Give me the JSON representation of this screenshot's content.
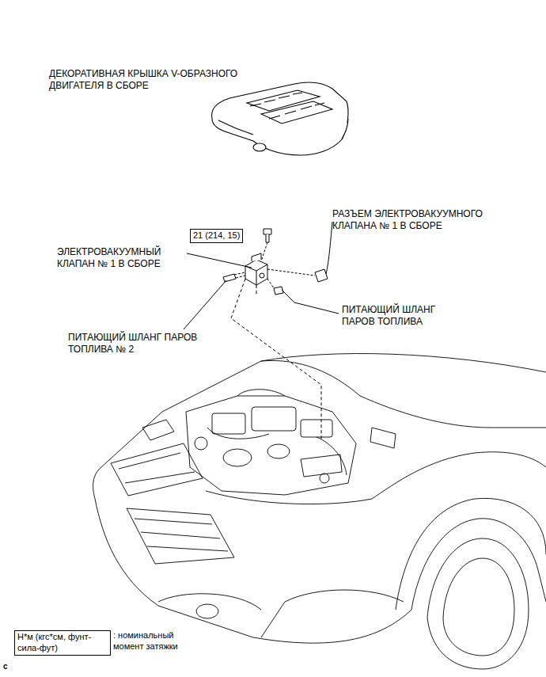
{
  "diagram": {
    "nodes": [
      {
        "text": [
          "21 (214, 15)"
        ]
      },
      {
        "text": [
          "Н*м (кгс*см, фунт-сила-фут)",
          ": номинальный момент затяжки"
        ]
      }
    ],
    "labels": [
      "ДЕКОРАТИВНАЯ КРЫШКА V-ОБРАЗНОГО ДВИГАТЕЛЯ В СБОРЕ",
      "РАЗЪЕМ ЭЛЕКТРОВАКУУМНОГО КЛАПАНА № 1 В СБОРЕ",
      "ЭЛЕКТРОВАКУУМНЫЙ КЛАПАН № 1 В СБОРЕ",
      "ПИТАЮЩИЙ ШЛАНГ ПАРОВ ТОПЛИВА",
      "ПИТАЮЩИЙ ШЛАНГ ПАРОВ ТОПЛИВА № 2",
      "c"
    ]
  }
}
